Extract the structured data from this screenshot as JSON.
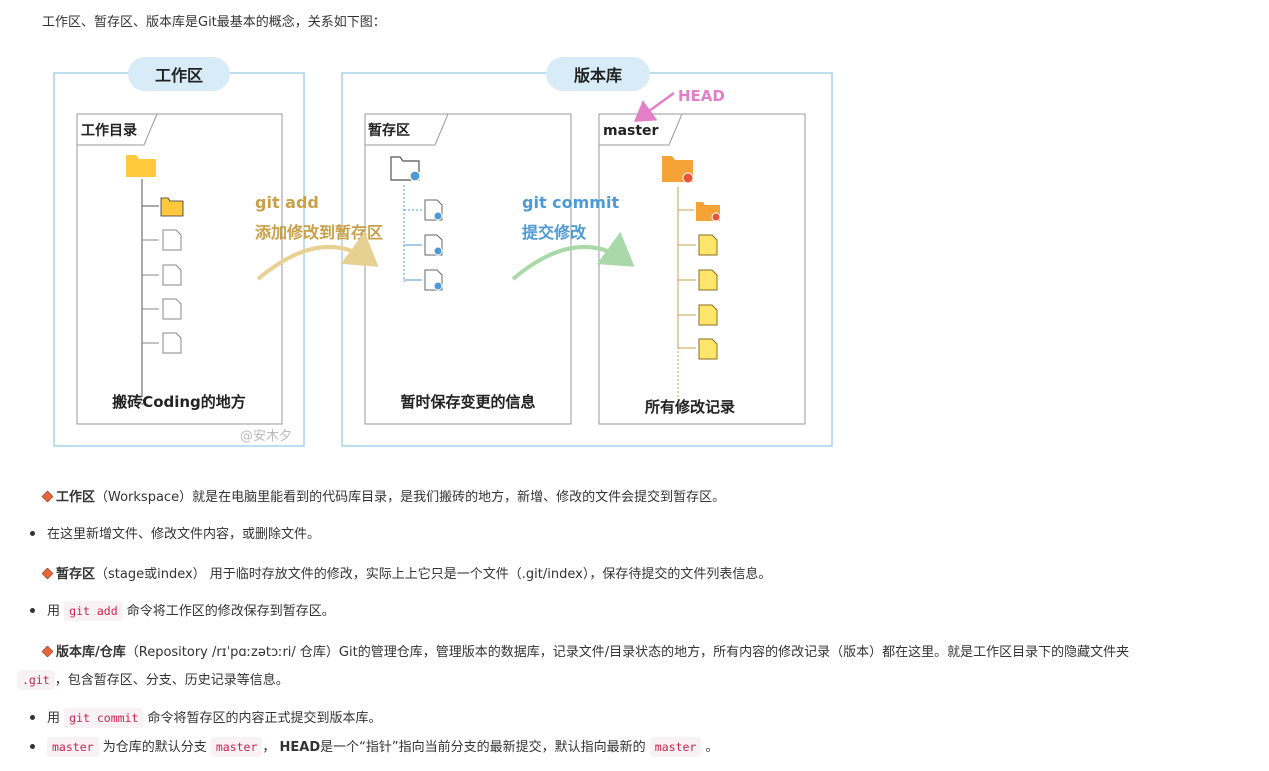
{
  "intro": "工作区、暂存区、版本库是Git最基本的概念，关系如下图：",
  "diagram": {
    "workspace_title": "工作区",
    "repo_title": "版本库",
    "workdir_tab": "工作目录",
    "workdir_caption": "搬砖Coding的地方",
    "stage_tab": "暂存区",
    "stage_caption": "暂时保存变更的信息",
    "master_tab": "master",
    "master_caption": "所有修改记录",
    "head_label": "HEAD",
    "git_add": "git add",
    "git_add_desc": "添加修改到暂存区",
    "git_commit": "git commit",
    "git_commit_desc": "提交修改",
    "watermark": "@安木夕",
    "colors": {
      "box_border": "#a9d4ec",
      "title_bg": "#d8ecf8",
      "add": "#c8a04a",
      "commit": "#4d9ad6",
      "head": "#e27fc8",
      "folder": "#ffc83d",
      "folder_orange": "#f5a236"
    }
  },
  "sections": {
    "workspace": {
      "term": "工作区",
      "rest": "（Workspace）就是在电脑里能看到的代码库目录，是我们搬砖的地方，新增、修改的文件会提交到暂存区。"
    },
    "workspace_bullet": "在这里新增文件、修改文件内容，或删除文件。",
    "stage": {
      "term": "暂存区",
      "rest": "（stage或index） 用于临时存放文件的修改，实际上上它只是一个文件（.git/index），保存待提交的文件列表信息。"
    },
    "stage_bullet": {
      "pre": "用",
      "code": "git add",
      "post": "命令将工作区的修改保存到暂存区。"
    },
    "repo": {
      "term": "版本库/仓库",
      "rest": "（Repository /rɪˈpɑːzətɔːri/ 仓库）Git的管理仓库，管理版本的数据库，记录文件/目录状态的地方，所有内容的修改记录（版本）都在这里。就是工作区目录下的隐藏文件夹",
      "code": ".git",
      "rest2": "，包含暂存区、分支、历史记录等信息。"
    },
    "repo_bullet1": {
      "pre": "用",
      "code": "git commit",
      "post": "命令将暂存区的内容正式提交到版本库。"
    },
    "repo_bullet2": {
      "code1": "master",
      "mid": "为仓库的默认分支",
      "code2": "master",
      "sep": "，",
      "head": "HEAD",
      "post1": "是一个“指针”指向当前分支的最新提交，默认指向最新的",
      "code3": "master",
      "post2": "。"
    }
  }
}
